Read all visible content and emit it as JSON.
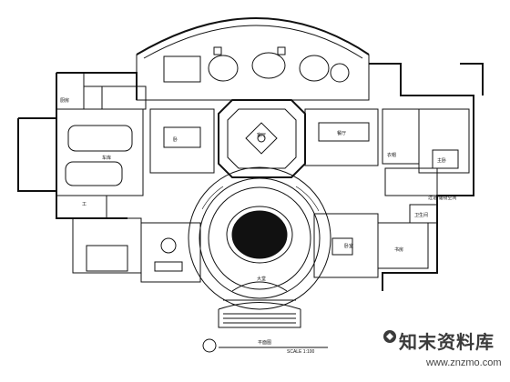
{
  "rooms": {
    "small_1": "厨房",
    "small_2": "工",
    "garage_label": "车库",
    "room_a": "卧",
    "room_b": "餐厅",
    "room_c": "客厅",
    "room_d": "卧室",
    "room_e": "主卧",
    "room_f": "衣帽",
    "hall": "大堂",
    "toilet": "卫生间",
    "study": "书房",
    "side_label": "过道/储物空间"
  },
  "footer": {
    "plan_title": "平面图",
    "scale_label": "SCALE 1:100"
  },
  "watermark": {
    "brand_cn": "知末资料库",
    "url": "www.znzmo.com"
  }
}
